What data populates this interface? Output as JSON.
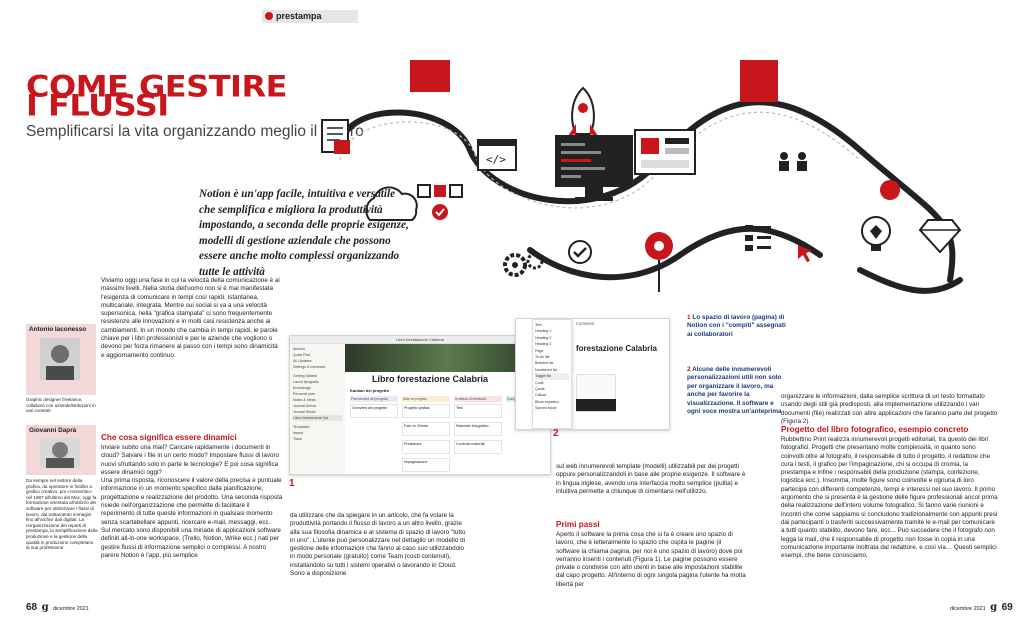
{
  "section": "prestampa",
  "title_line1": "COME GESTIRE",
  "title_line2": "I FLUSSI",
  "subtitle": "Semplificarsi la vita organizzando meglio il lavoro",
  "lead": "Notion è un'app facile, intuitiva e versatile che semplifica e migliora la produttività impostando, a seconda delle proprie esigenze, modelli di gestione aziendale che possono essere anche molto complessi organizzando tutte le attività",
  "authors": [
    {
      "name": "Antonio Iaconesso",
      "bio": "Graphic designer freelance, collabora con aziende/istituzioni in vari contesti"
    },
    {
      "name": "Giovanni Daprà",
      "bio": "Da sempre nel settore della grafica, da operatore in fotolito a grafico creativo, poi «convertito» nel 1987 all'ultimo del Mac, oggi fa formazione orientata all'utilizzo dei software per ottimizzare i flussi di lavoro, dal trattamento immagini fino all'archivi dati digitali. La riorganizzazione dei reparti di prestampa, la semplificazione della produzione e la gestione della qualità in produzione completano la sua professione."
    }
  ],
  "col1_intro": "Viviamo oggi una fase in cui la velocità della comunicazione è ai massimi livelli. Nella storia dell'uomo non si è mai manifestata l'esigenza di comunicare in tempi così rapidi. Istantanea, multicanale, integrata. Mentre sui social si va a una velocità supersonica, nella \"grafica stampata\" ci sono frequentemente resistenze alle innovazioni e in molti casi resistenza anche ai cambiamenti. In un mondo che cambia in tempi rapidi, le parole chiave per i libri professionisti e per le aziende che vogliono o devono per forza rimanere al passo con i tempi sono dinamicità e aggiornamento continuo.",
  "h_essere_dinamici": "Che cosa significa essere dinamici",
  "col1_body": [
    "Inviare subito una mail? Caricare rapidamente i documenti in cloud? Salvare i file in un certo modo? Impostare flussi di lavoro nuovi sfruttando solo in parte le tecnologie? E poi cosa significa essere dinamici oggi?",
    "Una prima risposta, riconoscere il valore della precisa e puntuale informazione in un momento specifico dalla pianificazione, progettazione e realizzazione del prodotto. Una seconda risposta risiede nell'organizzazione che permette di facilitare il reperimento di tutte queste informazioni in qualsiasi momento senza scartabellare appunti, ricercare e-mail, messaggi, ecc.",
    "Sul mercato sono disponibili una miriade di applicazioni software definiti all-in-one workspace, (Trello, Notion, Wrike ecc.) nati per gestire flussi di informazione semplici o complessi. A nostro parere Notion è l'app, più semplice"
  ],
  "col2_body": "da utilizzare che da spiegare in un articolo, che fa volare la produttività portando il flusso di lavoro a un altro livello, grazie alla sua filosofia dinamica e al sistema di spazio di lavoro \"tutto in uno\". L'utente può personalizzare nel dettaglio un modello di gestione delle informazioni che fanno al caso suo utilizzandolo in modo personale (gratuito) come Team (costi contenuti), installandolo su tutti i sistemi operativi o lavorando in Cloud. Sono a disposizione",
  "col3_top": "sul web innumerevoli template (modelli) utilizzabili per dei progetti oppure personalizzandoli in base alle proprie esigenze. Il software è in lingua inglese, avendo una interfaccia molto semplice (pulita) e intuitiva permette a chiunque di cimentarsi nell'utilizzo.",
  "h_primi_passi": "Primi passi",
  "col3_body": "Aperto il software la prima cosa che si fa è creare uno spazio di lavoro, che è letteralmente lo spazio che ospita le pagine (il software la chiama pagina, per noi è uno spazio di lavoro) dove poi verranno inseriti i contenuti (Figura 1). Le pagine possono essere private o condivise con altri utenti in base alle impostazioni stabilite dal capo progetto. All'interno di ogni singola pagina l'utente ha molta libertà per",
  "captions": [
    {
      "num": "1",
      "text": "Lo spazio di lavoro (pagina) di Notion con i \"compiti\" assegnati ai collaboratori"
    },
    {
      "num": "2",
      "text": "Alcune delle innumerevoli personalizzazioni utili non solo per organizzare il lavoro, ma anche per favorire la visualizzazione. Il software e ogni voce mostra un'anteprima"
    }
  ],
  "col4_top": "organizzare le informazioni, dalla semplice scrittura di un testo formattato usando degli stili già predisposti, alla implementazione utilizzando i vari documenti (file) realizzati con altre applicazioni che faranno parte del progetto (Figura 2).",
  "h_progetto": "Progetto del libro fotografico, esempio concreto",
  "col4_body": "Rubbettino Print realizza innumerevoli progetti editoriali, tra questo dei libri fotografici. Progetti che presentano molte complessità, in quanto sono coinvolti oltre al fotografo, il responsabile di tutto il progetto, il redattore che cura i testi, il grafico per l'impaginazione, chi si occupa di cromia, la prestampa e infine i responsabili della produzione (stampa, confezione, logistica ecc.). Insomma, molte figure sono coinvolte e ognuna di loro partecipa con differenti competenze, tempi e interessi nel suo lavoro. Il primo argomento che si presenta è la gestione delle figure professionali ancor prima della realizzazione dell'intero volume fotografico. Si fanno varie riunioni e incontri che come sappiamo si concludono tradizionalmente con appunti presi dai partecipanti o trasferiti successivamente tramite le e-mail per comunicare a tutti quanto stabilito, devono fare, ecc... Può succedere che il fotografo non legga la mail, che il responsabile di progetto non fosse in copia in una comunicazione importante inoltrata dal redattore, e così via… Questi semplici esempi, che bene conosciamo,",
  "screenshot1": {
    "window_title": "Libro forestazione Calabria",
    "page_title": "Libro forestazione Calabria",
    "board_label": "Kanban del progetto",
    "sidebar": [
      "Antonio",
      "Quick Find",
      "All Updates",
      "Settings & members",
      "Getting Started",
      "Lavori tipografia",
      "Knowledge",
      "Personal plan",
      "Notes & Ideas",
      "Journal Anima",
      "Journal Studio",
      "Libro forestazione Cal",
      "Templates",
      "Import",
      "Trash"
    ],
    "columns": [
      "Panoramica del progetto",
      "Note di progetto",
      "In attesa di feedback",
      "Completato"
    ],
    "cards": [
      "Overview del progetto",
      "Progetto grafica",
      "Test",
      "Foto vs Cliente",
      "Prestampa",
      "Materiale fotografico",
      "Impaginazione",
      "Controllo materiali"
    ]
  },
  "screenshot2": {
    "title": "forestazione Calabria",
    "menu": [
      "Text",
      "Heading 1",
      "Heading 2",
      "Heading 3",
      "Page",
      "To-do list",
      "Bulleted list",
      "Numbered list",
      "Toggle list",
      "Code",
      "Quote",
      "Callout",
      "Block equation",
      "Synced block"
    ],
    "toolbar": "Comment"
  },
  "fig_labels": [
    "1",
    "2"
  ],
  "folio_left": {
    "page": "68",
    "date": "dicembre 2021"
  },
  "folio_right": {
    "page": "69",
    "date": "dicembre 2021"
  },
  "colors": {
    "accent": "#c8161d",
    "caption": "#1c3a7a",
    "author_box": "#f2d8d8"
  }
}
